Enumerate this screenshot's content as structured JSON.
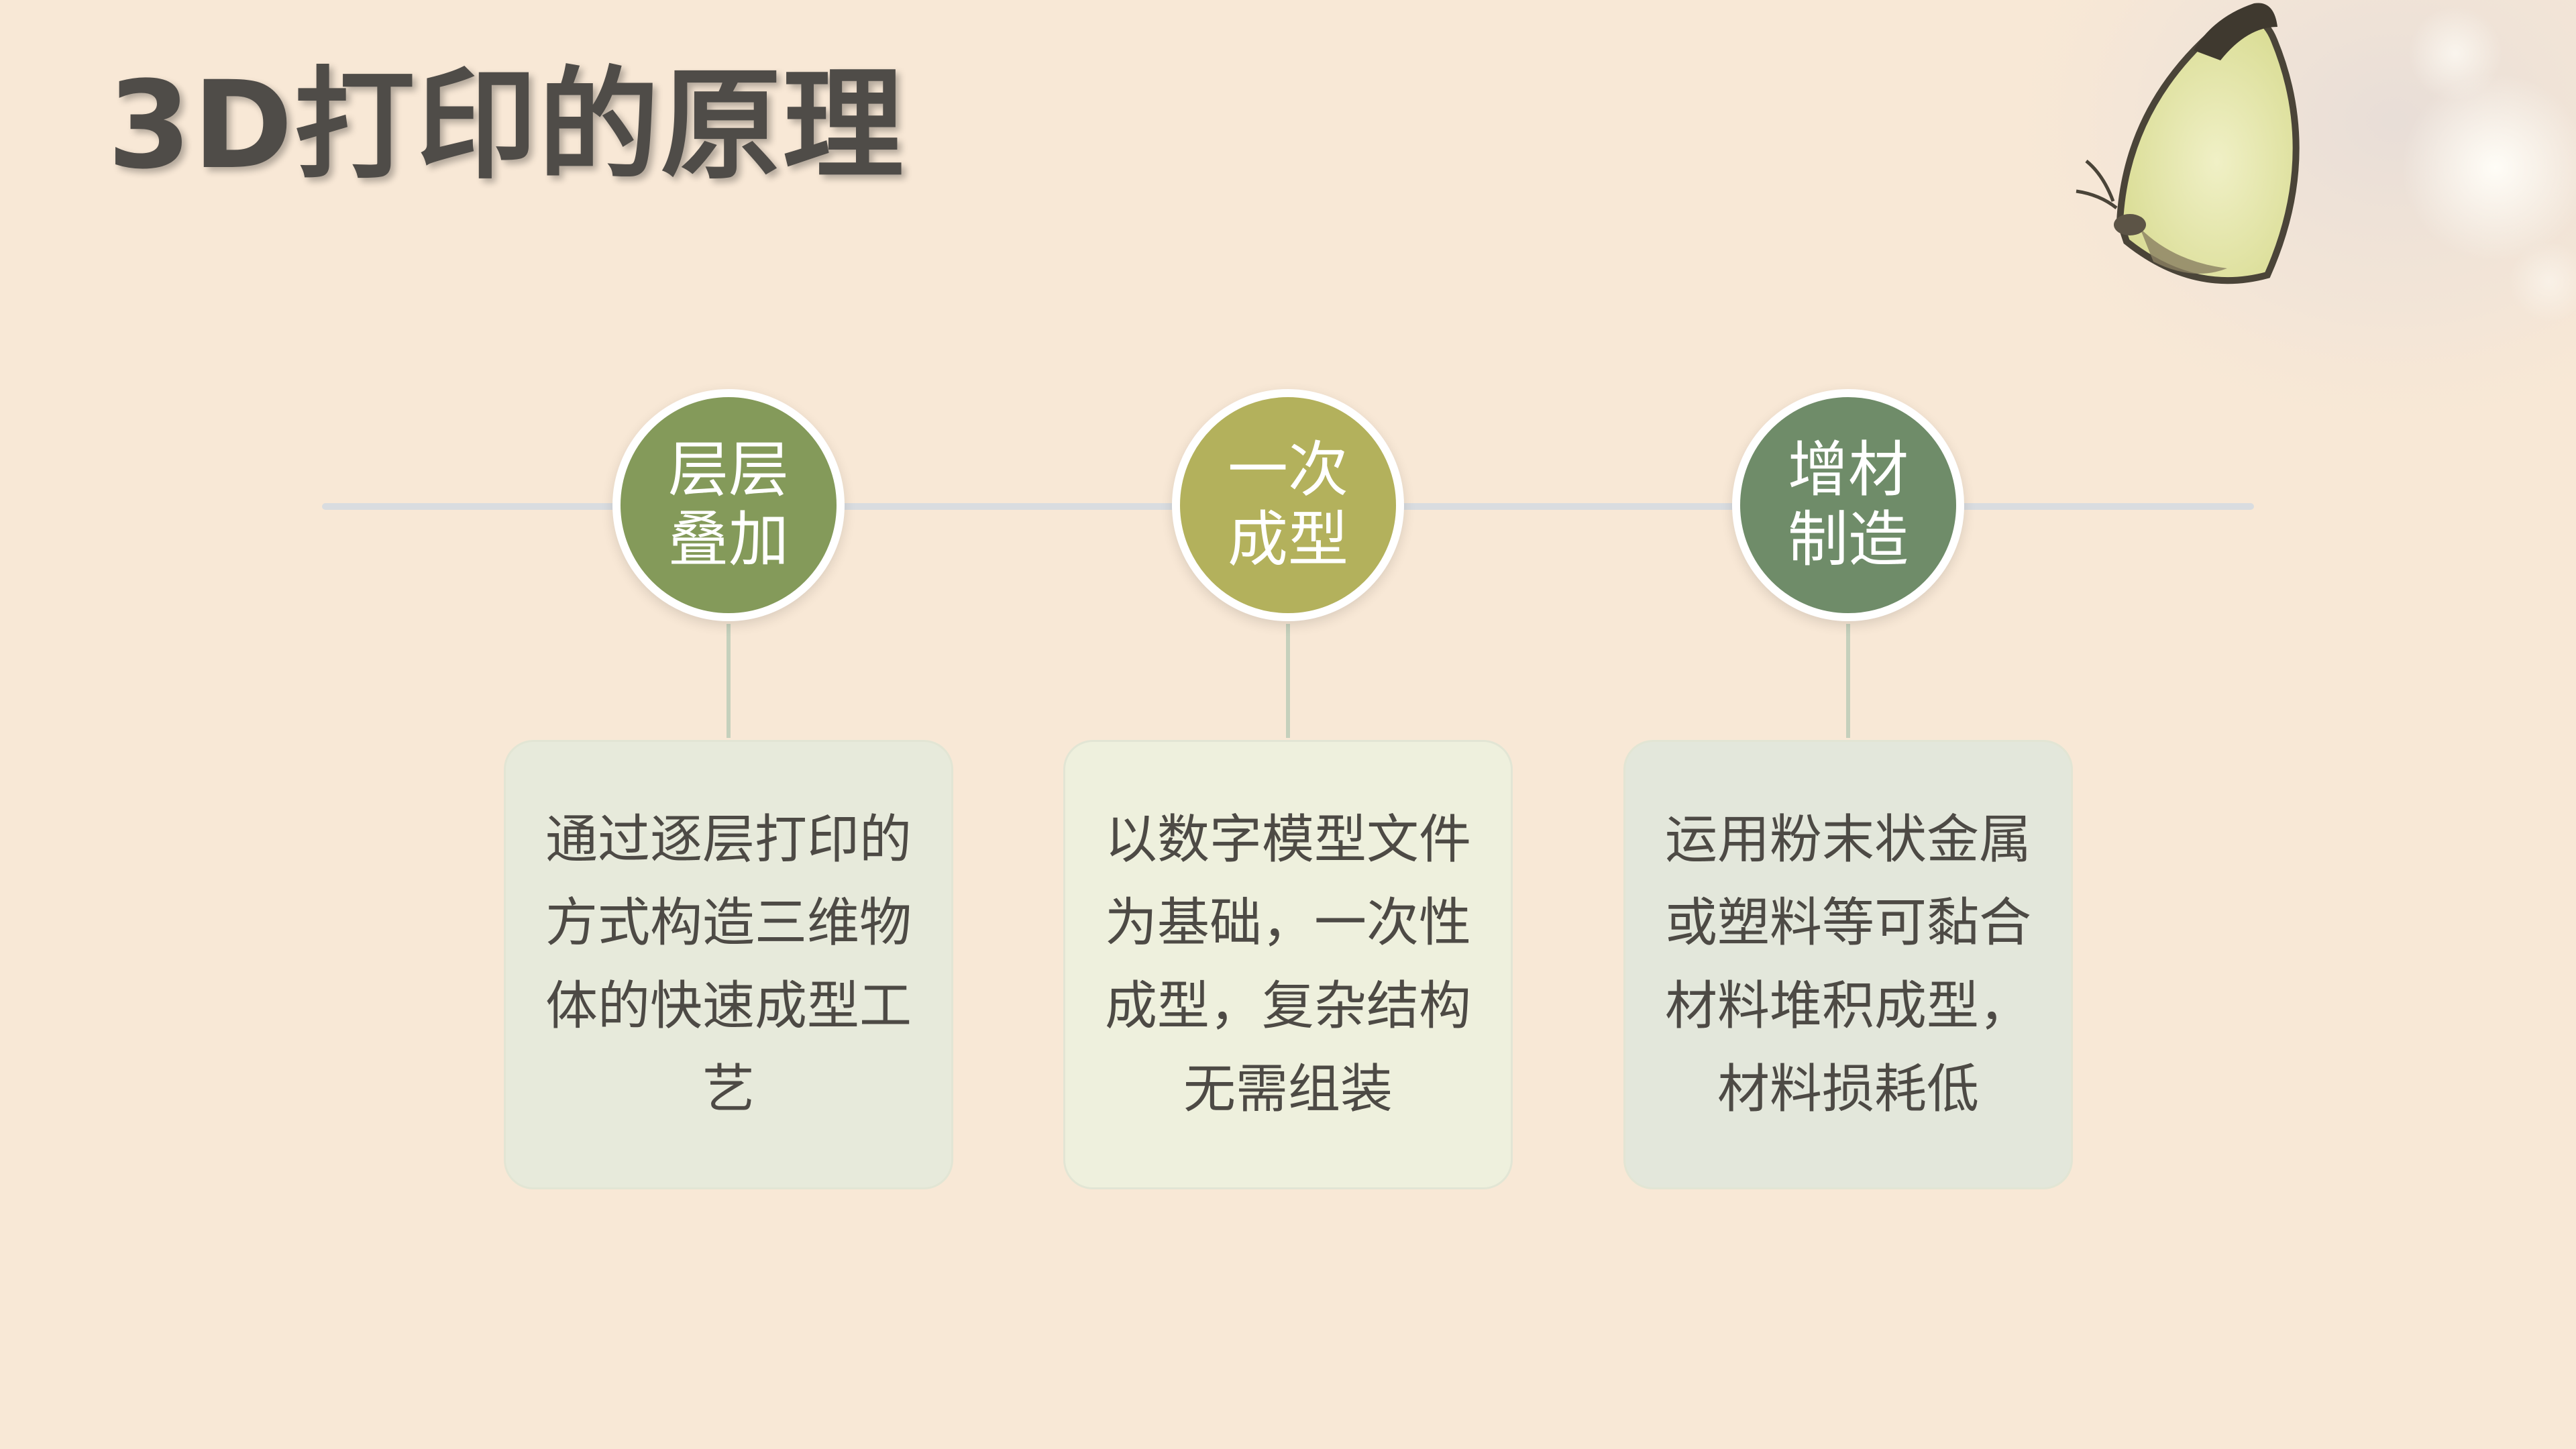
{
  "title": "3D打印的原理",
  "colors": {
    "background": "#f8e8d6",
    "circle_1": "#849a5a",
    "circle_2": "#b3b15c",
    "circle_3": "#6f8c69",
    "card_1": "#e7eadb",
    "card_2": "#eef0dd",
    "card_3": "#e3e7db"
  },
  "principles": [
    {
      "circle_line1": "层层",
      "circle_line2": "叠加",
      "description": "通过逐层打印的方式构造三维物体的快速成型工艺"
    },
    {
      "circle_line1": "一次",
      "circle_line2": "成型",
      "description": "以数字模型文件为基础，一次性成型，复杂结构无需组装"
    },
    {
      "circle_line1": "增材",
      "circle_line2": "制造",
      "description": "运用粉末状金属或塑料等可黏合材料堆积成型，材料损耗低"
    }
  ],
  "decoration": {
    "icon": "butterfly-icon"
  }
}
